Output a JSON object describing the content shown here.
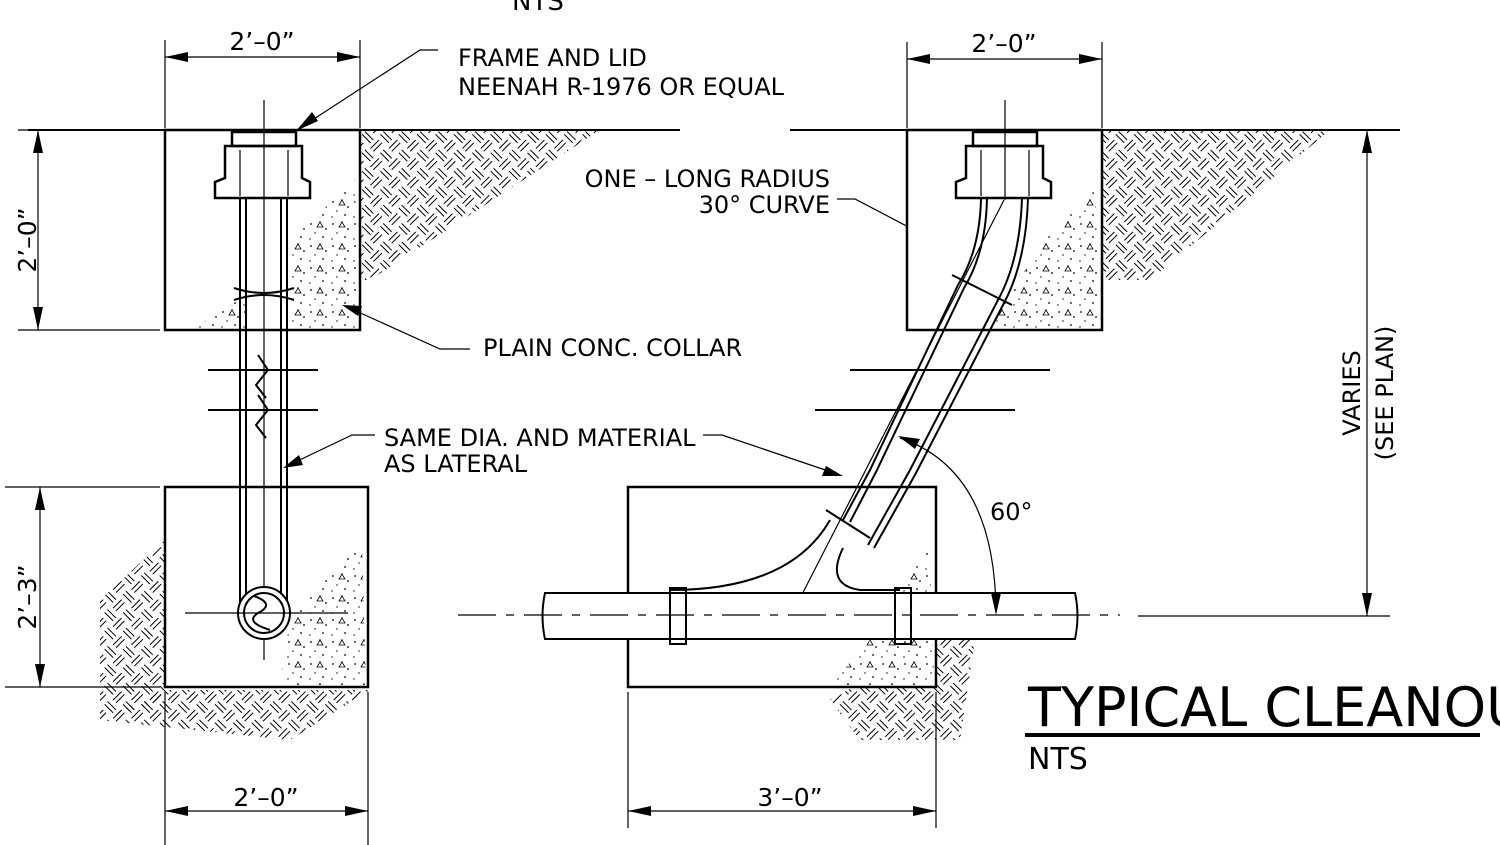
{
  "top_note": "NTS",
  "labels": {
    "frame_line1": "FRAME AND LID",
    "frame_line2": "NEENAH R-1976 OR EQUAL",
    "curve_line1": "ONE – LONG RADIUS",
    "curve_line2": "30° CURVE",
    "collar": "PLAIN CONC. COLLAR",
    "material_line1": "SAME DIA. AND MATERIAL",
    "material_line2": "AS LATERAL",
    "angle": "60°",
    "varies_line1": "VARIES",
    "varies_line2": "(SEE PLAN)"
  },
  "dimensions": {
    "left_top_width": "2’–0”",
    "right_top_width": "2’–0”",
    "left_collar_height": "2’–0”",
    "left_base_height": "2’–3”",
    "left_bottom_width": "2’–0”",
    "right_bottom_width": "3’–0”"
  },
  "title": {
    "main": "TYPICAL CLEANOUT",
    "sub": "NTS"
  }
}
